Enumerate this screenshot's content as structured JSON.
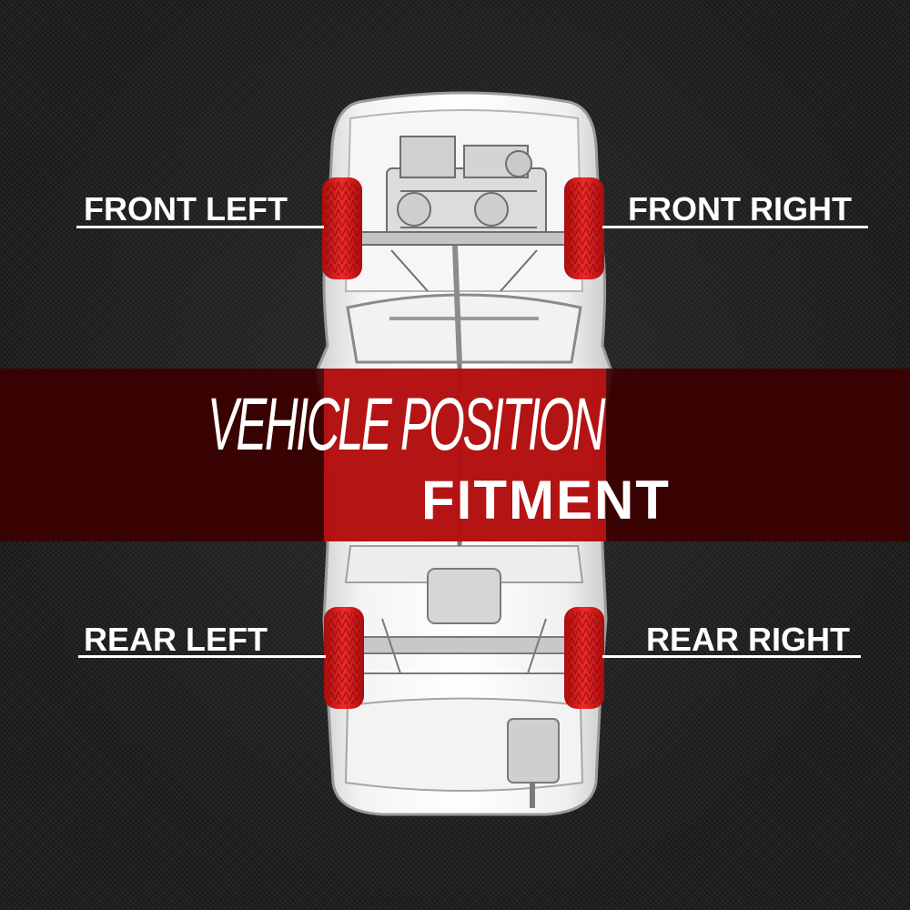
{
  "title": {
    "line1": "VEHICLE POSITION",
    "line2": "FITMENT"
  },
  "positions": {
    "front_left": "FRONT LEFT",
    "front_right": "FRONT RIGHT",
    "rear_left": "REAR LEFT",
    "rear_right": "REAR RIGHT"
  },
  "colors": {
    "background": "#1b1b1b",
    "banner": "#3c0000",
    "highlight_red": "#d21414",
    "tire_red": "#e01818",
    "car_body": "#e6e6e6",
    "text": "#ffffff"
  }
}
